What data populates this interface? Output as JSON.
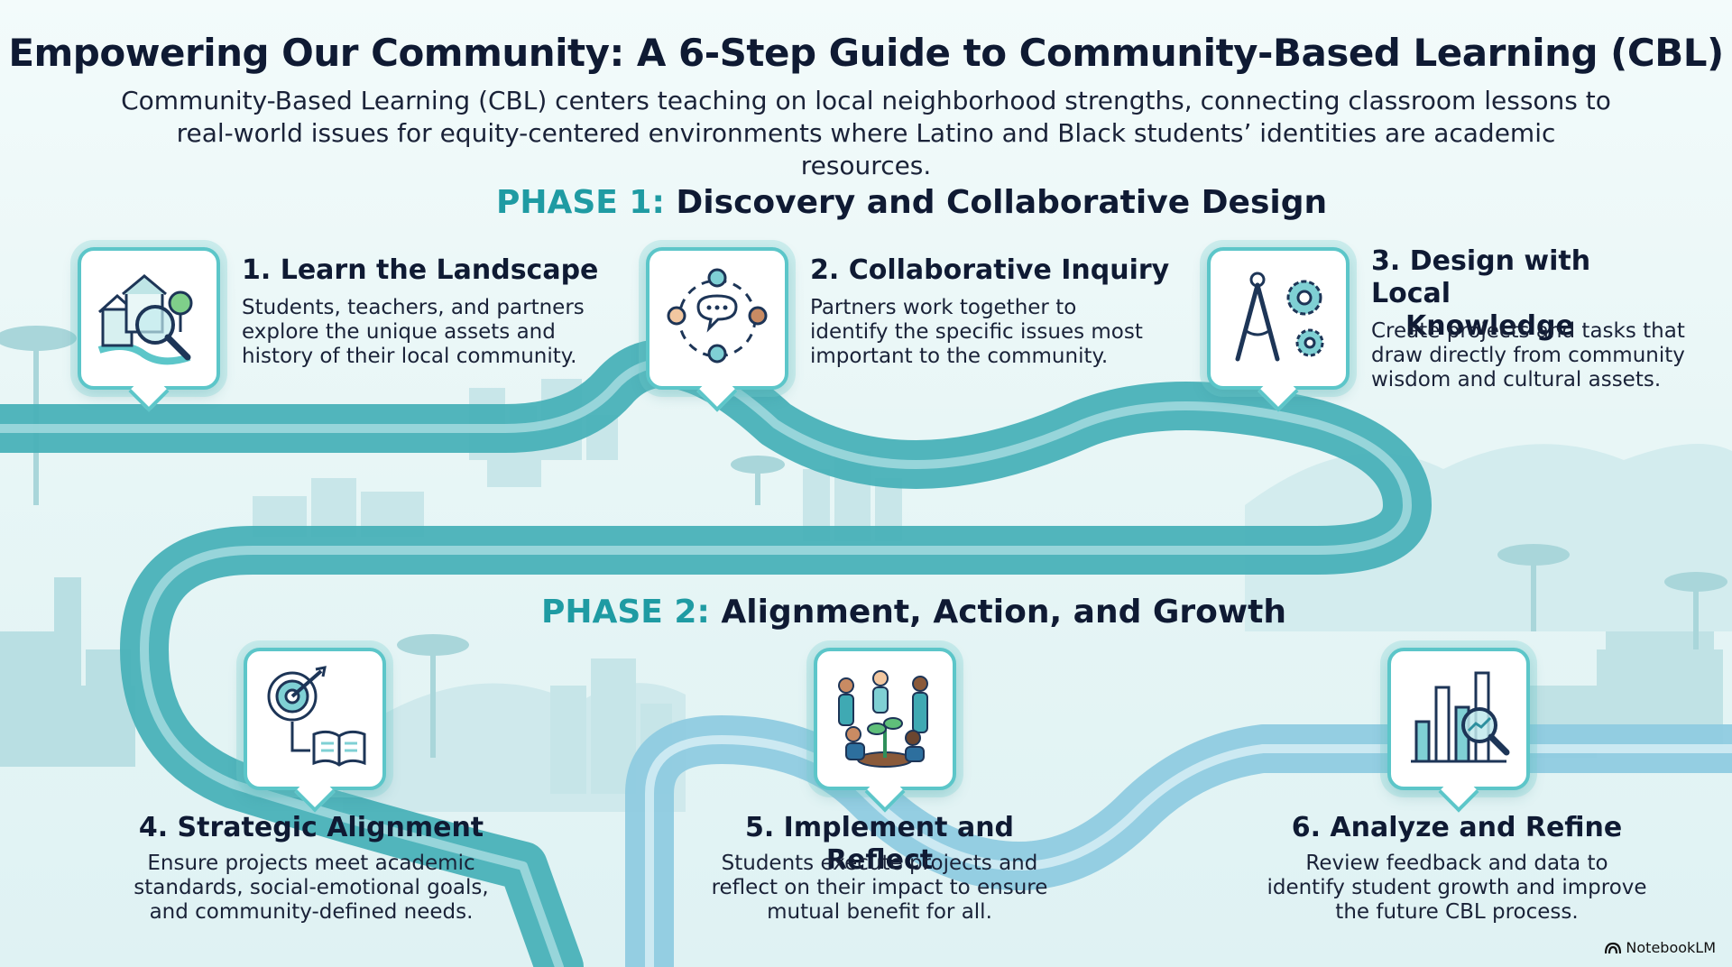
{
  "header": {
    "title": "Empowering Our Community: A 6-Step Guide to Community-Based Learning (CBL)",
    "subtitle_line1": "Community-Based Learning (CBL) centers teaching on local neighborhood strengths, connecting classroom lessons to",
    "subtitle_line2": "real-world issues for equity-centered environments where Latino and Black students’ identities are academic resources."
  },
  "phase1": {
    "key": "PHASE 1:",
    "label": "Discovery and Collaborative Design"
  },
  "phase2": {
    "key": "PHASE 2:",
    "label": "Alignment, Action, and Growth"
  },
  "steps": [
    {
      "title": "1. Learn the Landscape",
      "desc": [
        "Students, teachers, and partners",
        "explore the unique assets and",
        "history of their local community."
      ],
      "icon": "neighborhood-magnifier-icon"
    },
    {
      "title": "2. Collaborative Inquiry",
      "desc": [
        "Partners work together to",
        "identify the specific issues most",
        "important to the community."
      ],
      "icon": "people-discussion-icon"
    },
    {
      "title_line1": "3. Design with Local",
      "title_line2": "Knowledge",
      "desc": [
        "Create projects and tasks that",
        "draw directly from community",
        "wisdom and cultural assets."
      ],
      "icon": "compass-gears-icon"
    },
    {
      "title": "4. Strategic Alignment",
      "desc": [
        "Ensure projects meet academic",
        "standards, social-emotional goals,",
        "and community-defined needs."
      ],
      "icon": "target-book-icon"
    },
    {
      "title": "5. Implement and Reflect",
      "desc": [
        "Students execute projects and",
        "reflect on their impact to ensure",
        "mutual benefit for all."
      ],
      "icon": "students-planting-icon"
    },
    {
      "title": "6. Analyze and Refine",
      "desc": [
        "Review feedback and data to",
        "identify student growth and improve",
        "the future CBL process."
      ],
      "icon": "bar-chart-magnifier-icon"
    }
  ],
  "footer": {
    "brand": "NotebookLM"
  },
  "colors": {
    "teal": "#1f9ba3",
    "path_dark": "#3fa9b3",
    "path_light": "#8fcbe0",
    "navy": "#0f1a33"
  }
}
